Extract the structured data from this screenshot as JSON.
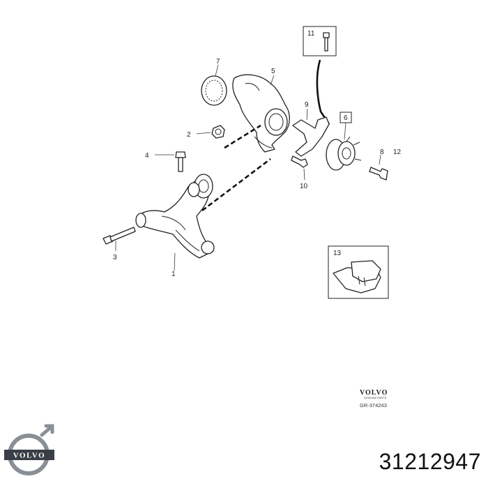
{
  "callouts": {
    "c1": "1",
    "c2": "2",
    "c3": "3",
    "c4": "4",
    "c5": "5",
    "c6": "6",
    "c7": "7",
    "c8": "8",
    "c9": "9",
    "c10": "10",
    "c11": "11",
    "c12": "12",
    "c13": "13"
  },
  "diagram_footer": {
    "brand": "VOLVO",
    "subtitle": "GENUINE PARTS",
    "reference": "GR-374243"
  },
  "logo": {
    "text": "VOLVO",
    "colors": {
      "ring": "#8a8f96",
      "band": "#3a3f47",
      "text": "#ffffff"
    }
  },
  "part_number": "31212947"
}
